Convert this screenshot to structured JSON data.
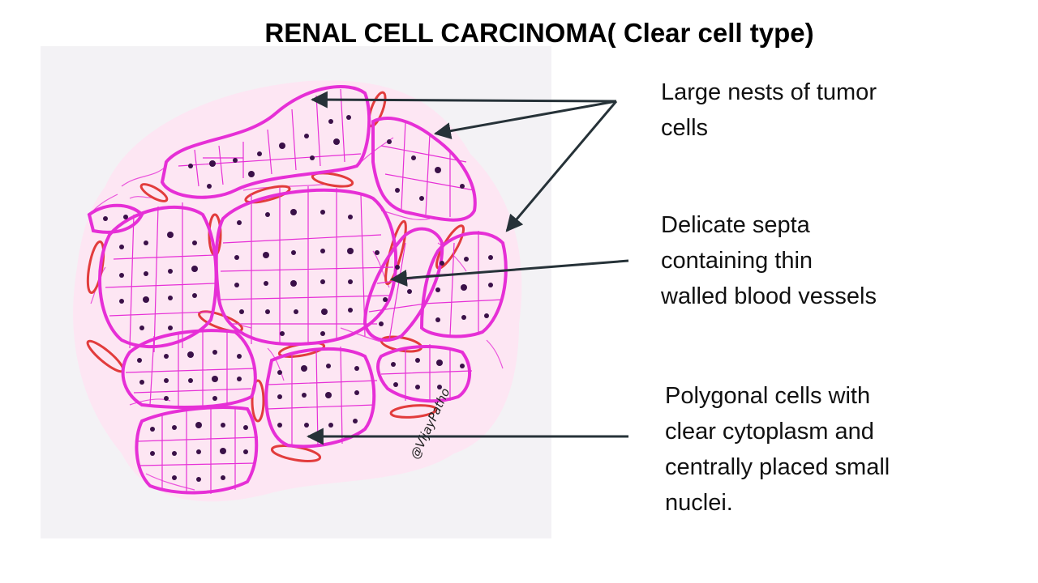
{
  "slide": {
    "title": "RENAL CELL CARCINOMA( Clear cell type)"
  },
  "illustration": {
    "signature": "@VijayPatho",
    "colors": {
      "cell_membrane": "#e62fd6",
      "nucleus": "#3a1048",
      "vessel": "#e23c3c",
      "background_wash": "#fde6f3",
      "panel": "#f3f2f5"
    }
  },
  "annotations": [
    {
      "id": "nests",
      "text": "Large nests  of tumor\ncells"
    },
    {
      "id": "septa",
      "text": "Delicate septa\ncontaining thin\nwalled blood vessels"
    },
    {
      "id": "cells",
      "text": "Polygonal cells with\nclear cytoplasm and\ncentrally placed small\nnuclei."
    }
  ],
  "colors": {
    "arrow": "#263238",
    "text": "#111111"
  }
}
